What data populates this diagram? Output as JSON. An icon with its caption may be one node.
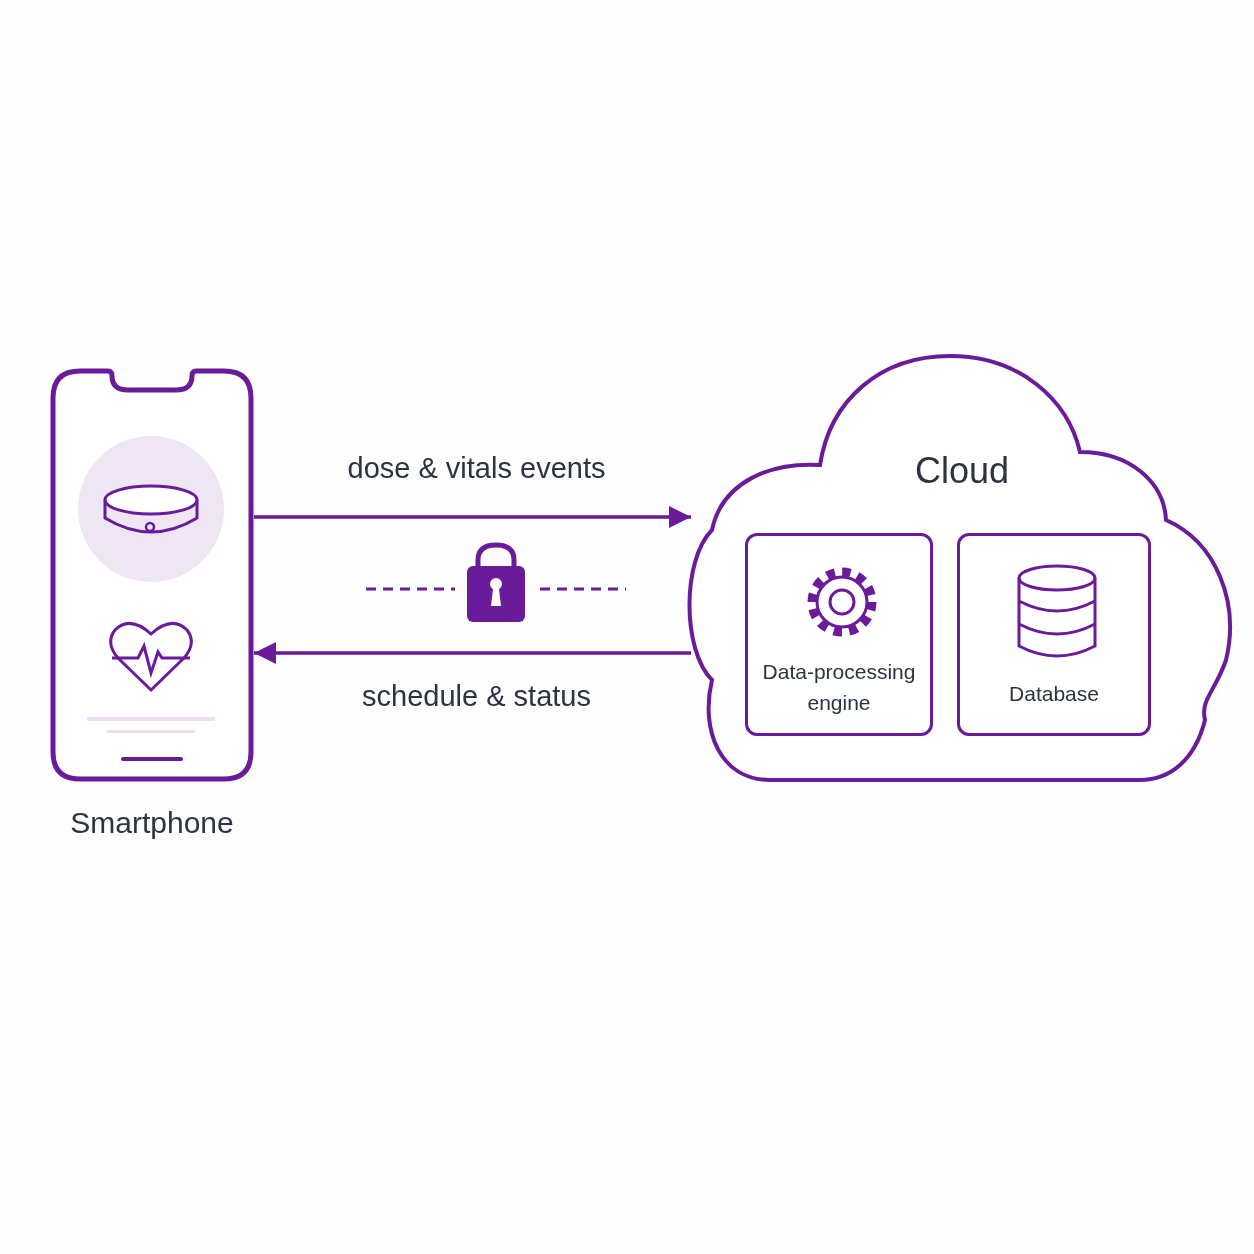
{
  "diagram": {
    "nodes": [
      {
        "text": [
          "Smartphone"
        ]
      },
      {
        "text": [
          "Cloud"
        ]
      },
      {
        "text": [
          "Data-processing engine"
        ],
        "in": 1
      },
      {
        "text": [
          "Database"
        ],
        "in": 1
      }
    ],
    "edges": [
      {
        "from": 0,
        "to": 1,
        "arrow": "to",
        "label": "dose & vitals events"
      },
      {
        "from": 1,
        "to": 0,
        "arrow": "to",
        "label": "schedule & status"
      }
    ]
  }
}
